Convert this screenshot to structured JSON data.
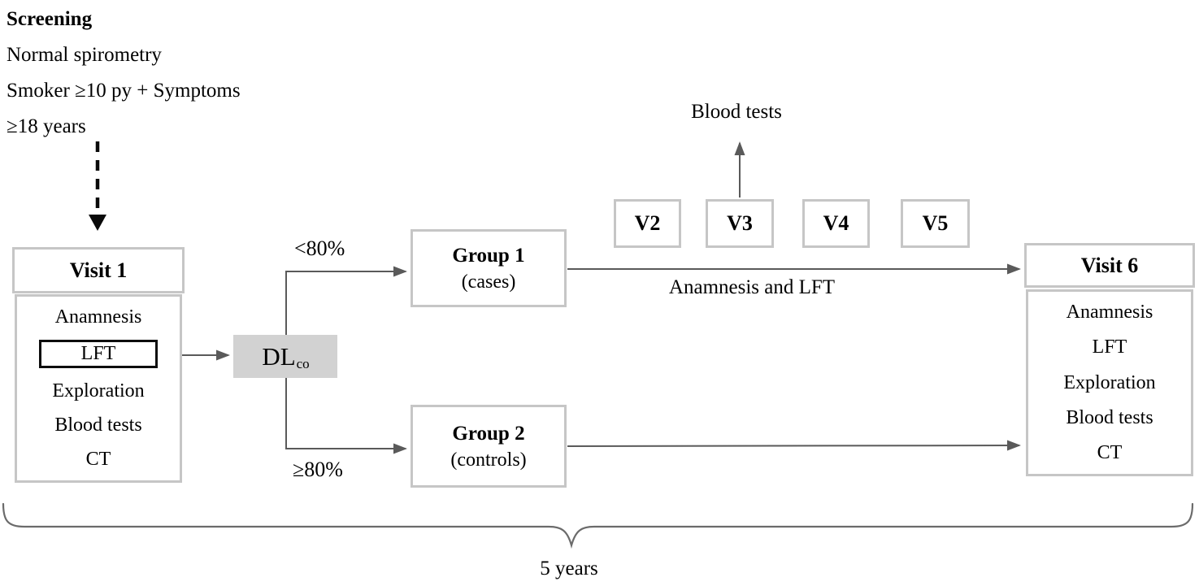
{
  "screening": {
    "title": "Screening",
    "criteria": [
      "Normal spirometry",
      "Smoker ≥10 py + Symptoms",
      "≥18 years"
    ]
  },
  "visit1": {
    "title": "Visit 1",
    "items": [
      "Anamnesis",
      "LFT",
      "Exploration",
      "Blood tests",
      "CT"
    ]
  },
  "dlco": {
    "main": "DL",
    "sub": "co"
  },
  "branches": {
    "upper_label": "<80%",
    "lower_label": "≥80%"
  },
  "group1": {
    "title": "Group 1",
    "subtitle": "(cases)"
  },
  "group2": {
    "title": "Group 2",
    "subtitle": "(controls)"
  },
  "mid_visits": {
    "v2": "V2",
    "v3": "V3",
    "v4": "V4",
    "v5": "V5"
  },
  "annotations": {
    "blood_tests": "Blood tests",
    "anamnesis_lft": "Anamnesis and LFT",
    "duration": "5 years"
  },
  "visit6": {
    "title": "Visit 6",
    "items": [
      "Anamnesis",
      "LFT",
      "Exploration",
      "Blood tests",
      "CT"
    ]
  },
  "icons": {
    "dashed_arrow": "screening-to-visit1-dashed-arrow",
    "brace": "five-years-underbrace"
  },
  "colors": {
    "box_border": "#c6c6c6",
    "lft_border": "#0d0d0d",
    "dlco_fill": "#d2d2d2",
    "connector": "#5a5a5a",
    "dashed_arrow": "#0a0a0a",
    "text": "#000000",
    "background": "#ffffff"
  }
}
